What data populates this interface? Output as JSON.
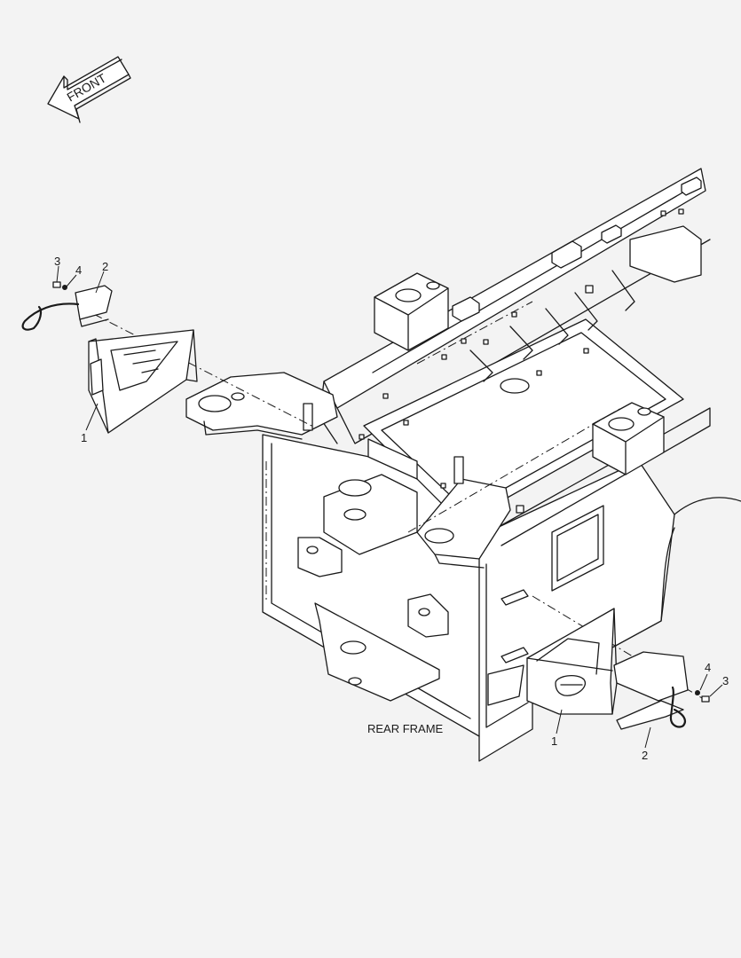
{
  "labels": {
    "front": "FRONT",
    "rear_frame": "REAR FRAME"
  },
  "callouts": {
    "left_wheel_chock": "1",
    "left_bracket": "2",
    "left_bolt": "3",
    "left_washer": "4",
    "right_wheel_chock": "1",
    "right_bracket": "2",
    "right_bolt": "3",
    "right_washer": "4"
  }
}
